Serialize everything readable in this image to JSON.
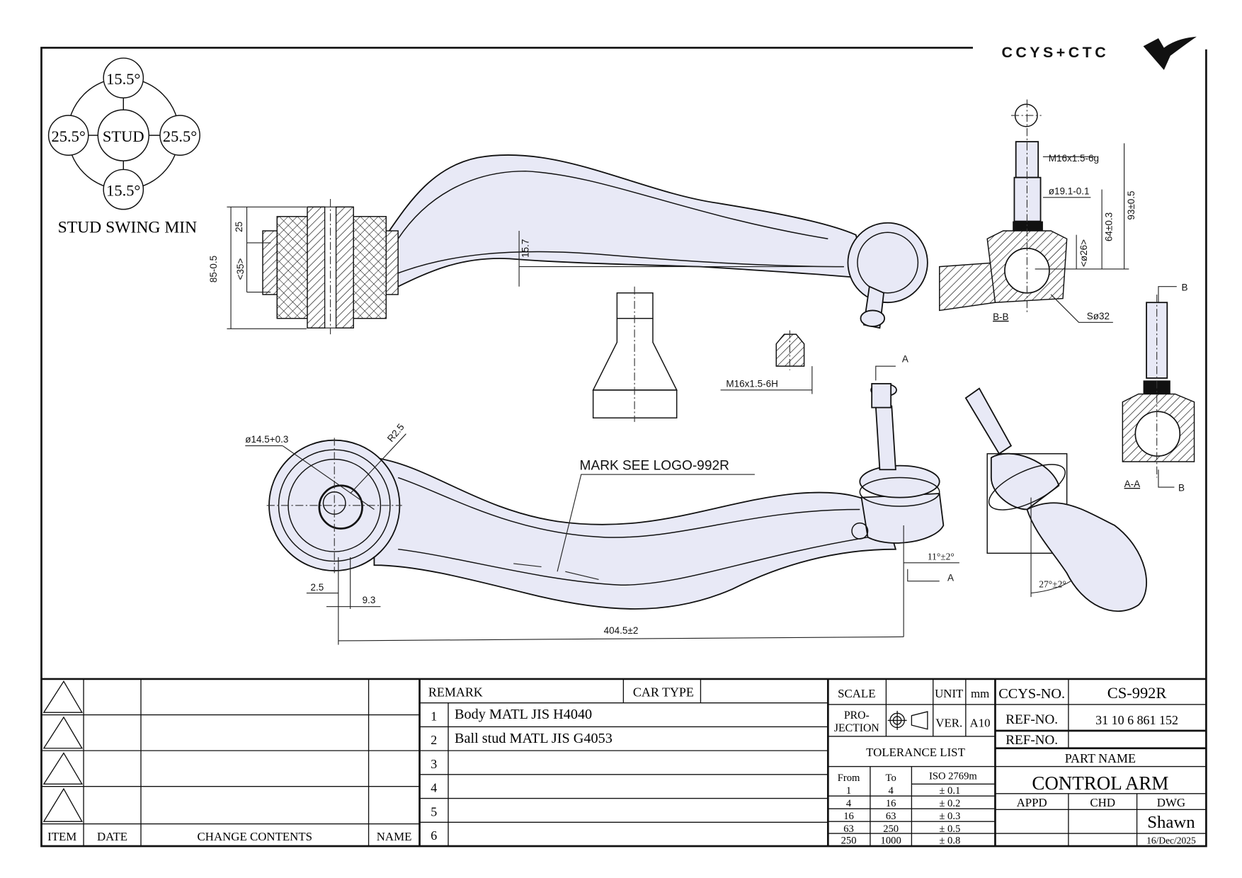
{
  "logo": {
    "text": "CCYS+CTC"
  },
  "stud_swing": {
    "top": "15.5°",
    "left": "25.5°",
    "center": "STUD",
    "right": "25.5°",
    "bottom": "15.5°",
    "caption": "STUD SWING MIN"
  },
  "dimensions": {
    "bush_width": "25",
    "bush_total": "85-0.5",
    "bush_inner": "<35>",
    "offset": "15.7",
    "nut_thread": "M16x1.5-6H",
    "stud_thread": "M16x1.5-6g",
    "stud_dia": "ø19.1-0.1",
    "boot_dia": "<ø26>",
    "height_64": "64±0.3",
    "height_93": "93±0.5",
    "ball_dia": "Sø32",
    "eye_dia": "ø14.5+0.3",
    "radius": "R2.5",
    "d_2_5": "2.5",
    "d_9_3": "9.3",
    "length": "404.5±2",
    "angle_11": "11°±2°",
    "angle_27": "27°±2°"
  },
  "section_labels": {
    "bb": "B-B",
    "aa": "A-A",
    "a": "A",
    "b": "B"
  },
  "mark_note": "MARK SEE LOGO-992R",
  "change_block": {
    "headers": {
      "item": "ITEM",
      "date": "DATE",
      "contents": "CHANGE CONTENTS",
      "name": "NAME"
    }
  },
  "remarks": {
    "header": "REMARK",
    "car_type_label": "CAR TYPE",
    "car_type_value": "",
    "rows": [
      {
        "n": "1",
        "text": "Body MATL JIS H4040"
      },
      {
        "n": "2",
        "text": "Ball stud MATL JIS G4053"
      },
      {
        "n": "3",
        "text": ""
      },
      {
        "n": "4",
        "text": ""
      },
      {
        "n": "5",
        "text": ""
      },
      {
        "n": "6",
        "text": ""
      }
    ]
  },
  "spec": {
    "scale_label": "SCALE",
    "scale_value": "",
    "unit_label": "UNIT",
    "unit_value": "mm",
    "projection_label_1": "PRO-",
    "projection_label_2": "JECTION",
    "ver_label": "VER.",
    "ver_value": "A10"
  },
  "tolerance": {
    "title": "TOLERANCE LIST",
    "headers": [
      "From",
      "To",
      "ISO 2769m"
    ],
    "rows": [
      [
        "1",
        "4",
        "± 0.1"
      ],
      [
        "4",
        "16",
        "± 0.2"
      ],
      [
        "16",
        "63",
        "± 0.3"
      ],
      [
        "63",
        "250",
        "± 0.5"
      ],
      [
        "250",
        "1000",
        "± 0.8"
      ]
    ]
  },
  "title_block": {
    "ccys_label": "CCYS-NO.",
    "ccys_value": "CS-992R",
    "ref1_label": "REF-NO.",
    "ref1_value": "31 10 6 861 152",
    "ref2_label": "REF-NO.",
    "ref2_value": "",
    "part_name_label": "PART NAME",
    "part_name": "CONTROL ARM",
    "appd_label": "APPD",
    "chd_label": "CHD",
    "dwg_label": "DWG",
    "appd_value": "",
    "chd_value": "",
    "dwg_value": "Shawn",
    "date": "16/Dec/2025"
  }
}
